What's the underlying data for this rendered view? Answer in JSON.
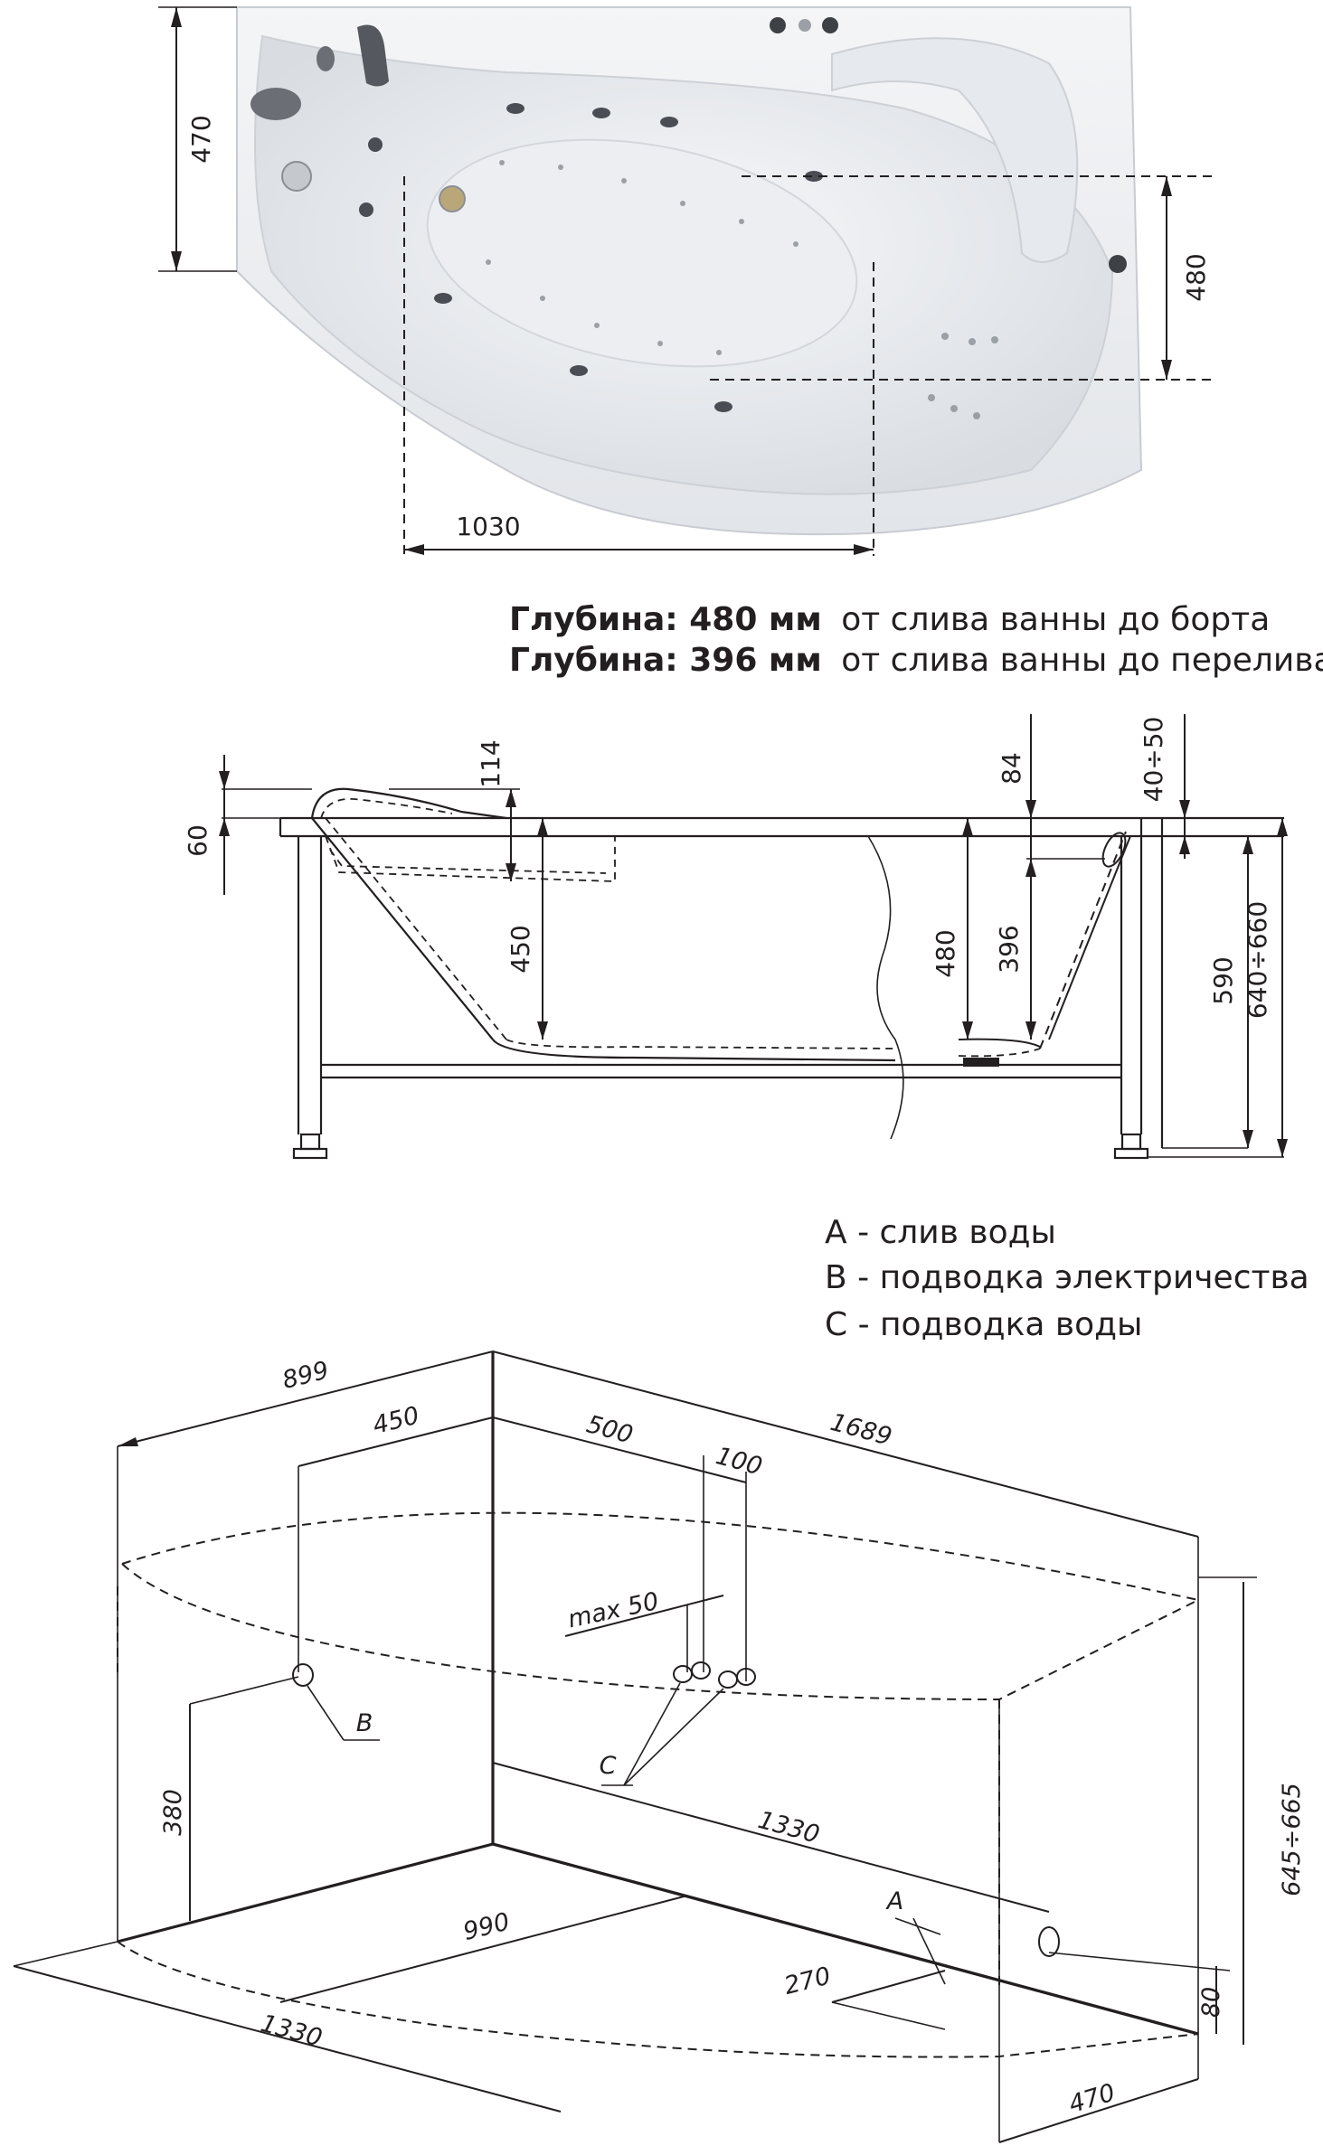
{
  "top_view": {
    "dims": {
      "d470": "470",
      "d480": "480",
      "d1030": "1030"
    }
  },
  "depth": {
    "line1_bold": "Глубина: 480 мм",
    "line1_rest": "от слива ванны до борта",
    "line2_bold": "Глубина: 396 мм",
    "line2_rest": "от слива ванны до перелива"
  },
  "side_view": {
    "dims": {
      "d60": "60",
      "d114": "114",
      "d450": "450",
      "d84": "84",
      "d40_50": "40÷50",
      "d480": "480",
      "d396": "396",
      "d590": "590",
      "d640_660": "640÷660"
    }
  },
  "legend": [
    "A - слив воды",
    "B - подводка электричества",
    "C - подводка воды"
  ],
  "iso_view": {
    "dims": {
      "d899": "899",
      "d450": "450",
      "d500": "500",
      "d100": "100",
      "d1689": "1689",
      "max50": "max 50",
      "d380": "380",
      "d1330_top": "1330",
      "d990": "990",
      "d270": "270",
      "d1330_bottom": "1330",
      "d645_665": "645÷665",
      "d80": "80",
      "d470": "470"
    },
    "labels": {
      "a": "A",
      "b": "B",
      "c": "C"
    }
  },
  "colors": {
    "ink": "#231f20",
    "tub": "#eef0f3",
    "chrome": "#6b6f75"
  }
}
